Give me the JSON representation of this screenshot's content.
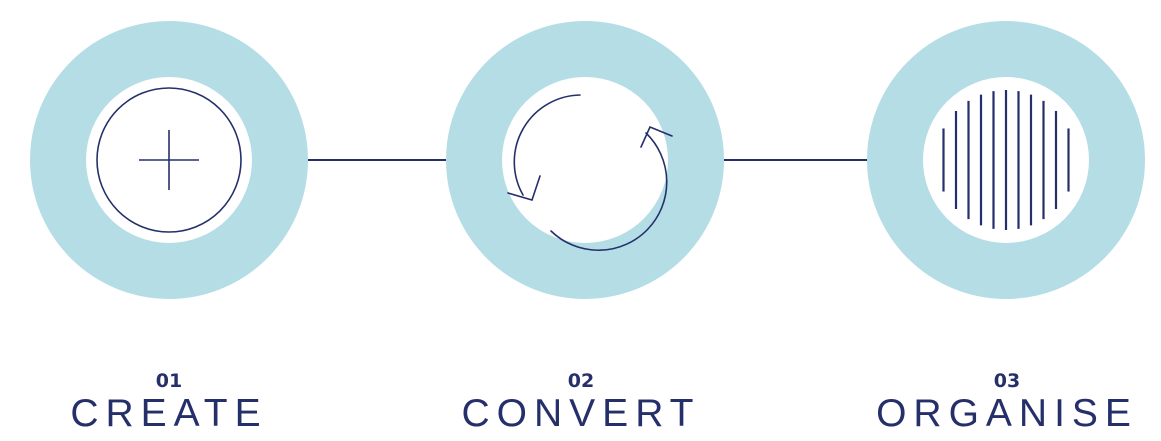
{
  "colors": {
    "ring": "#b5dde5",
    "line": "#25306b",
    "icon": "#25306b",
    "text": "#25306b"
  },
  "steps": [
    {
      "number": "01",
      "title": "CREATE",
      "icon": "plus-circle-icon"
    },
    {
      "number": "02",
      "title": "CONVERT",
      "icon": "refresh-arrows-icon"
    },
    {
      "number": "03",
      "title": "ORGANISE",
      "icon": "striped-circle-icon"
    }
  ]
}
